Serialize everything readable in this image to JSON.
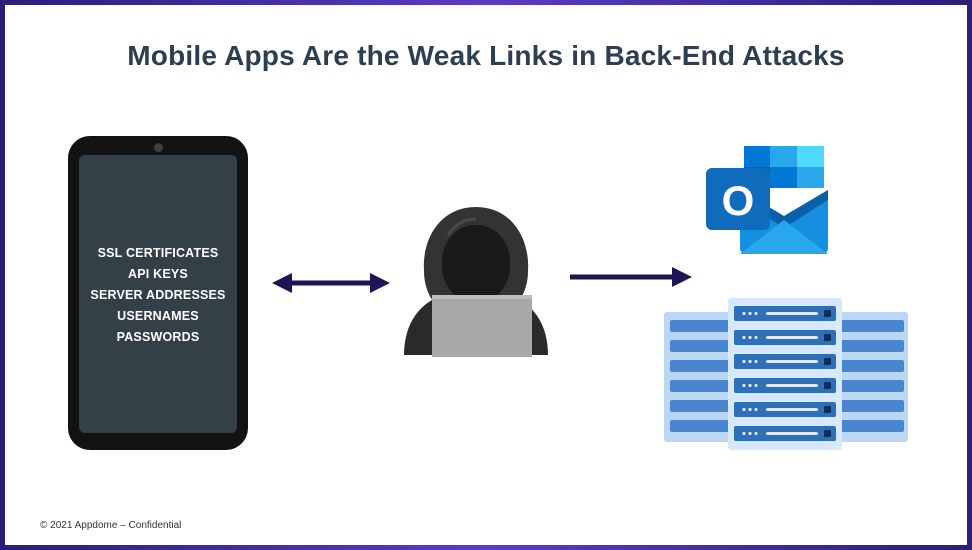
{
  "title": "Mobile Apps Are the Weak Links in Back-End Attacks",
  "phone": {
    "items": [
      "SSL CERTIFICATES",
      "API KEYS",
      "SERVER ADDRESSES",
      "USERNAMES",
      "PASSWORDS"
    ]
  },
  "icons": {
    "phone": "smartphone-icon",
    "hacker": "hooded-hacker-icon",
    "mail": "outlook-icon",
    "outlook_letter": "O",
    "servers": "server-rack-icon",
    "bidirectional_arrow": "double-arrow-icon",
    "forward_arrow": "right-arrow-icon"
  },
  "colors": {
    "frame": "#3a2a80",
    "arrow": "#1f1554",
    "title": "#2c3e4f",
    "phone_screen": "#344048",
    "outlook_blue": "#0f6cbd",
    "server_blue": "#2f6fb8"
  },
  "footer": "© 2021 Appdome – Confidential"
}
